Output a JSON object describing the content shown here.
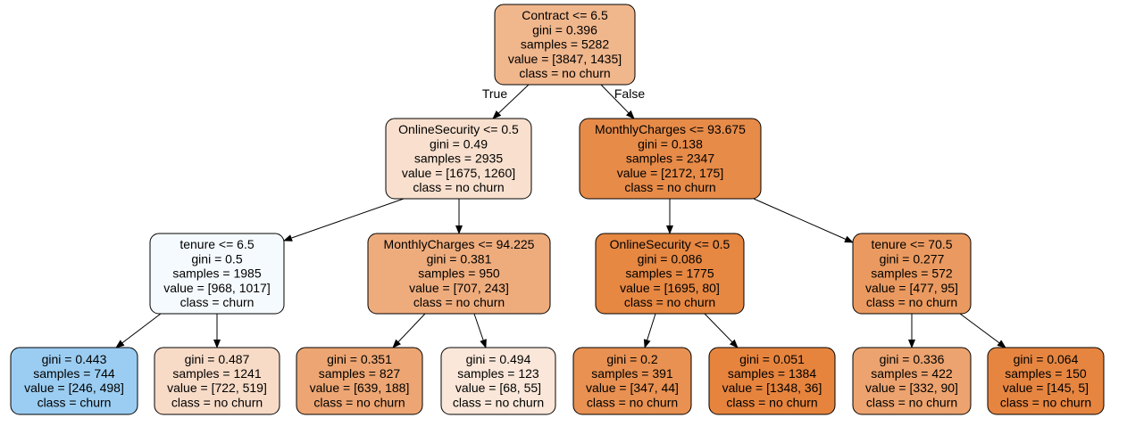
{
  "tree": {
    "nodes": [
      {
        "id": "n0",
        "lines": [
          "Contract <= 6.5",
          "gini = 0.396",
          "samples = 5282",
          "value = [3847, 1435]",
          "class = no churn"
        ],
        "fill": "#f0b68c"
      },
      {
        "id": "n1",
        "lines": [
          "OnlineSecurity <= 0.5",
          "gini = 0.49",
          "samples = 2935",
          "value = [1675, 1260]",
          "class = no churn"
        ],
        "fill": "#f9e0ce"
      },
      {
        "id": "n2",
        "lines": [
          "MonthlyCharges <= 93.675",
          "gini = 0.138",
          "samples = 2347",
          "value = [2172, 175]",
          "class = no churn"
        ],
        "fill": "#e78b49"
      },
      {
        "id": "n3",
        "lines": [
          "tenure <= 6.5",
          "gini = 0.5",
          "samples = 1985",
          "value = [968, 1017]",
          "class = churn"
        ],
        "fill": "#f5fafe"
      },
      {
        "id": "n4",
        "lines": [
          "MonthlyCharges <= 94.225",
          "gini = 0.381",
          "samples = 950",
          "value = [707, 243]",
          "class = no churn"
        ],
        "fill": "#eeac7d"
      },
      {
        "id": "n5",
        "lines": [
          "OnlineSecurity <= 0.5",
          "gini = 0.086",
          "samples = 1775",
          "value = [1695, 80]",
          "class = no churn"
        ],
        "fill": "#e68742"
      },
      {
        "id": "n6",
        "lines": [
          "tenure <= 70.5",
          "gini = 0.277",
          "samples = 572",
          "value = [477, 95]",
          "class = no churn"
        ],
        "fill": "#ea9a60"
      },
      {
        "id": "n7",
        "lines": [
          "gini = 0.443",
          "samples = 744",
          "value = [246, 498]",
          "class = churn"
        ],
        "fill": "#9bcdf2"
      },
      {
        "id": "n8",
        "lines": [
          "gini = 0.487",
          "samples = 1241",
          "value = [722, 519]",
          "class = no churn"
        ],
        "fill": "#f8dbc7"
      },
      {
        "id": "n9",
        "lines": [
          "gini = 0.351",
          "samples = 827",
          "value = [639, 188]",
          "class = no churn"
        ],
        "fill": "#eda673"
      },
      {
        "id": "n10",
        "lines": [
          "gini = 0.494",
          "samples = 123",
          "value = [68, 55]",
          "class = no churn"
        ],
        "fill": "#fae7d9"
      },
      {
        "id": "n11",
        "lines": [
          "gini = 0.2",
          "samples = 391",
          "value = [347, 44]",
          "class = no churn"
        ],
        "fill": "#e89152"
      },
      {
        "id": "n12",
        "lines": [
          "gini = 0.051",
          "samples = 1384",
          "value = [1348, 36]",
          "class = no churn"
        ],
        "fill": "#e6843e"
      },
      {
        "id": "n13",
        "lines": [
          "gini = 0.336",
          "samples = 422",
          "value = [332, 90]",
          "class = no churn"
        ],
        "fill": "#eca36f"
      },
      {
        "id": "n14",
        "lines": [
          "gini = 0.064",
          "samples = 150",
          "value = [145, 5]",
          "class = no churn"
        ],
        "fill": "#e68540"
      }
    ],
    "edges": [
      {
        "from": "n0",
        "to": "n1",
        "label": "True"
      },
      {
        "from": "n0",
        "to": "n2",
        "label": "False"
      },
      {
        "from": "n1",
        "to": "n3",
        "label": ""
      },
      {
        "from": "n1",
        "to": "n4",
        "label": ""
      },
      {
        "from": "n2",
        "to": "n5",
        "label": ""
      },
      {
        "from": "n2",
        "to": "n6",
        "label": ""
      },
      {
        "from": "n3",
        "to": "n7",
        "label": ""
      },
      {
        "from": "n3",
        "to": "n8",
        "label": ""
      },
      {
        "from": "n4",
        "to": "n9",
        "label": ""
      },
      {
        "from": "n4",
        "to": "n10",
        "label": ""
      },
      {
        "from": "n5",
        "to": "n11",
        "label": ""
      },
      {
        "from": "n5",
        "to": "n12",
        "label": ""
      },
      {
        "from": "n6",
        "to": "n13",
        "label": ""
      },
      {
        "from": "n6",
        "to": "n14",
        "label": ""
      }
    ]
  }
}
